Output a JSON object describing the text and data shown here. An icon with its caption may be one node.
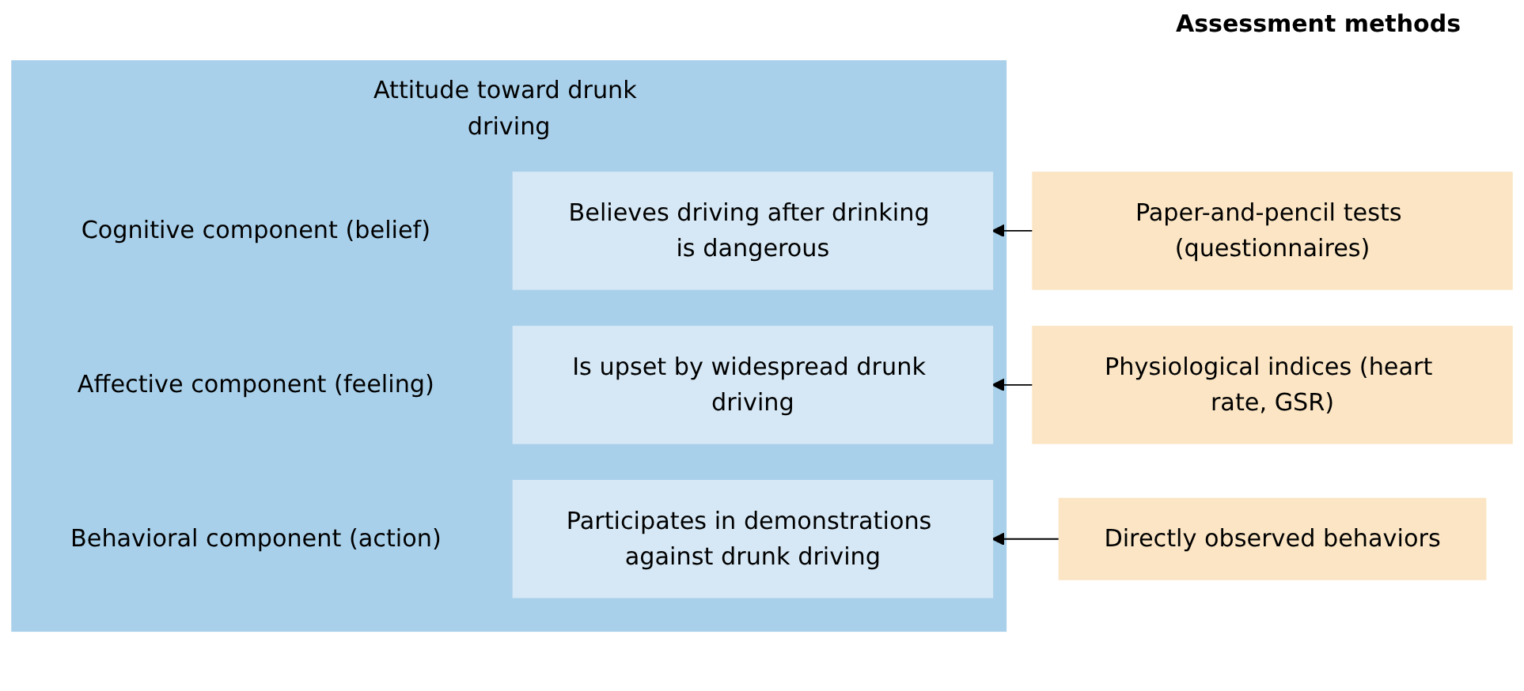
{
  "diagram": {
    "nodes": [
      {
        "text": [
          "Attitude toward drunk driving"
        ]
      },
      {
        "text": [
          "Believes driving after drinking is dangerous"
        ],
        "in": 0,
        "beside": [
          "Cognitive component (belief)"
        ]
      },
      {
        "text": [
          "Is upset by widespread drunk driving"
        ],
        "in": 0,
        "beside": [
          "Affective component (feeling)"
        ]
      },
      {
        "text": [
          "Participates in demonstrations against drunk driving"
        ],
        "in": 0,
        "beside": [
          "Behavioral component (action)"
        ]
      },
      {
        "text": [
          "Paper-and-pencil tests (questionnaires)"
        ]
      },
      {
        "text": [
          "Physiological indices (heart rate, GSR)"
        ]
      },
      {
        "text": [
          "Directly observed behaviors"
        ]
      }
    ],
    "edges": [
      {
        "from": 4,
        "to": 1,
        "arrow": "to"
      },
      {
        "from": 5,
        "to": 2,
        "arrow": "to"
      },
      {
        "from": 6,
        "to": 3,
        "arrow": "to"
      }
    ],
    "labels": [
      "Assessment methods"
    ]
  }
}
